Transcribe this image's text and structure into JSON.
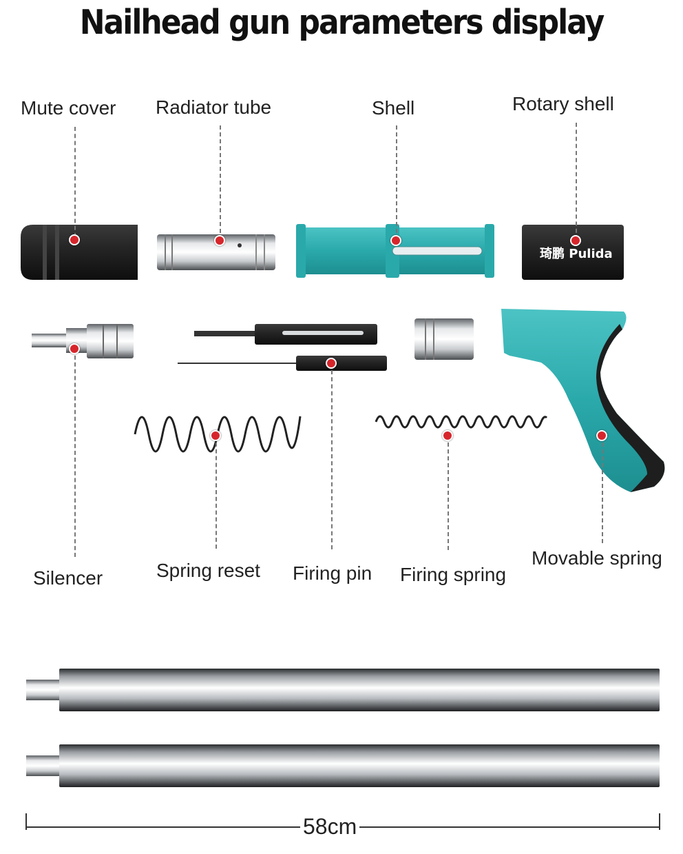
{
  "title": "Nailhead gun parameters display",
  "labels": {
    "mute_cover": "Mute cover",
    "radiator_tube": "Radiator tube",
    "shell": "Shell",
    "rotary_shell": "Rotary shell",
    "silencer": "Silencer",
    "spring_reset": "Spring reset",
    "firing_pin": "Firing pin",
    "firing_spring": "Firing spring",
    "movable_spring": "Movable spring"
  },
  "brand_text": "琦鹏 Pulida",
  "rod_length": "58cm",
  "colors": {
    "accent_teal": "#2aa9ab",
    "marker_red": "#d6262c",
    "metal": "#b8bcc0",
    "dark": "#1e1e1e"
  }
}
